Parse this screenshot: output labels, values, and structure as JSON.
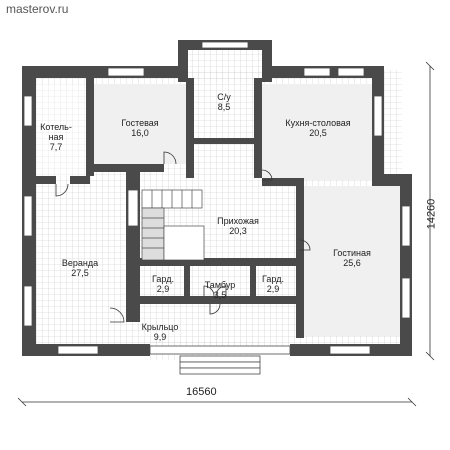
{
  "site": {
    "watermark": "masterov.ru"
  },
  "dimensions": {
    "width": "16560",
    "depth": "14260"
  },
  "rooms": [
    {
      "id": "boiler",
      "name_lines": [
        "Котель-",
        "ная"
      ],
      "area": "7,7"
    },
    {
      "id": "guest",
      "name_lines": [
        "Гостевая"
      ],
      "area": "16,0"
    },
    {
      "id": "bathroom",
      "name_lines": [
        "С/у"
      ],
      "area": "8,5"
    },
    {
      "id": "kitchen",
      "name_lines": [
        "Кухня-столовая"
      ],
      "area": "20,5"
    },
    {
      "id": "hall",
      "name_lines": [
        "Прихожая"
      ],
      "area": "20,3"
    },
    {
      "id": "veranda",
      "name_lines": [
        "Веранда"
      ],
      "area": "27,5"
    },
    {
      "id": "living",
      "name_lines": [
        "Гостиная"
      ],
      "area": "25,6"
    },
    {
      "id": "wardrobe-left",
      "name_lines": [
        "Гард."
      ],
      "area": "2,9"
    },
    {
      "id": "vestibule",
      "name_lines": [
        "Тамбур"
      ],
      "area": "3,5"
    },
    {
      "id": "wardrobe-right",
      "name_lines": [
        "Гард."
      ],
      "area": "2,9"
    },
    {
      "id": "porch",
      "name_lines": [
        "Крыльцо"
      ],
      "area": "9,9"
    }
  ],
  "colors": {
    "wall": "#4a4a4a",
    "grid": "#c8c8c8",
    "floor": "#ffffff",
    "dark_room": "#f0f0f0"
  }
}
